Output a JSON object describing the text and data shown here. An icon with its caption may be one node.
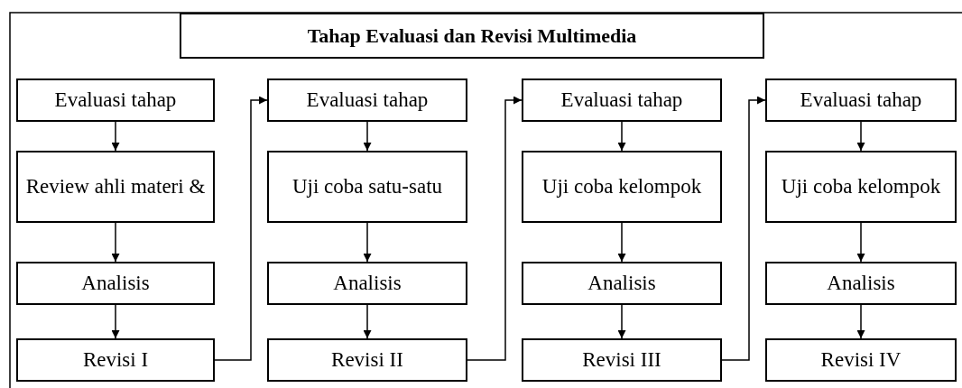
{
  "diagram": {
    "title": "Tahap Evaluasi dan Revisi Multimedia",
    "nodes": [
      {
        "text": [
          "Evaluasi tahap"
        ]
      },
      {
        "text": [
          "Review ahli materi &"
        ]
      },
      {
        "text": [
          "Analisis"
        ]
      },
      {
        "text": [
          "Revisi I"
        ]
      },
      {
        "text": [
          "Evaluasi tahap"
        ]
      },
      {
        "text": [
          "Uji coba satu-satu"
        ]
      },
      {
        "text": [
          "Analisis"
        ]
      },
      {
        "text": [
          "Revisi II"
        ]
      },
      {
        "text": [
          "Evaluasi tahap"
        ]
      },
      {
        "text": [
          "Uji coba kelompok"
        ]
      },
      {
        "text": [
          "Analisis"
        ]
      },
      {
        "text": [
          "Revisi III"
        ]
      },
      {
        "text": [
          "Evaluasi tahap"
        ]
      },
      {
        "text": [
          "Uji coba kelompok"
        ]
      },
      {
        "text": [
          "Analisis"
        ]
      },
      {
        "text": [
          "Revisi IV"
        ]
      }
    ],
    "edges": [
      {
        "from": 0,
        "to": 1,
        "arrow": "to"
      },
      {
        "from": 1,
        "to": 2,
        "arrow": "to"
      },
      {
        "from": 2,
        "to": 3,
        "arrow": "to"
      },
      {
        "from": 3,
        "to": 4,
        "arrow": "to"
      },
      {
        "from": 4,
        "to": 5,
        "arrow": "to"
      },
      {
        "from": 5,
        "to": 6,
        "arrow": "to"
      },
      {
        "from": 6,
        "to": 7,
        "arrow": "to"
      },
      {
        "from": 7,
        "to": 8,
        "arrow": "to"
      },
      {
        "from": 8,
        "to": 9,
        "arrow": "to"
      },
      {
        "from": 9,
        "to": 10,
        "arrow": "to"
      },
      {
        "from": 10,
        "to": 11,
        "arrow": "to"
      },
      {
        "from": 11,
        "to": 12,
        "arrow": "to"
      },
      {
        "from": 12,
        "to": 13,
        "arrow": "to"
      },
      {
        "from": 13,
        "to": 14,
        "arrow": "to"
      },
      {
        "from": 14,
        "to": 15,
        "arrow": "to"
      }
    ]
  }
}
